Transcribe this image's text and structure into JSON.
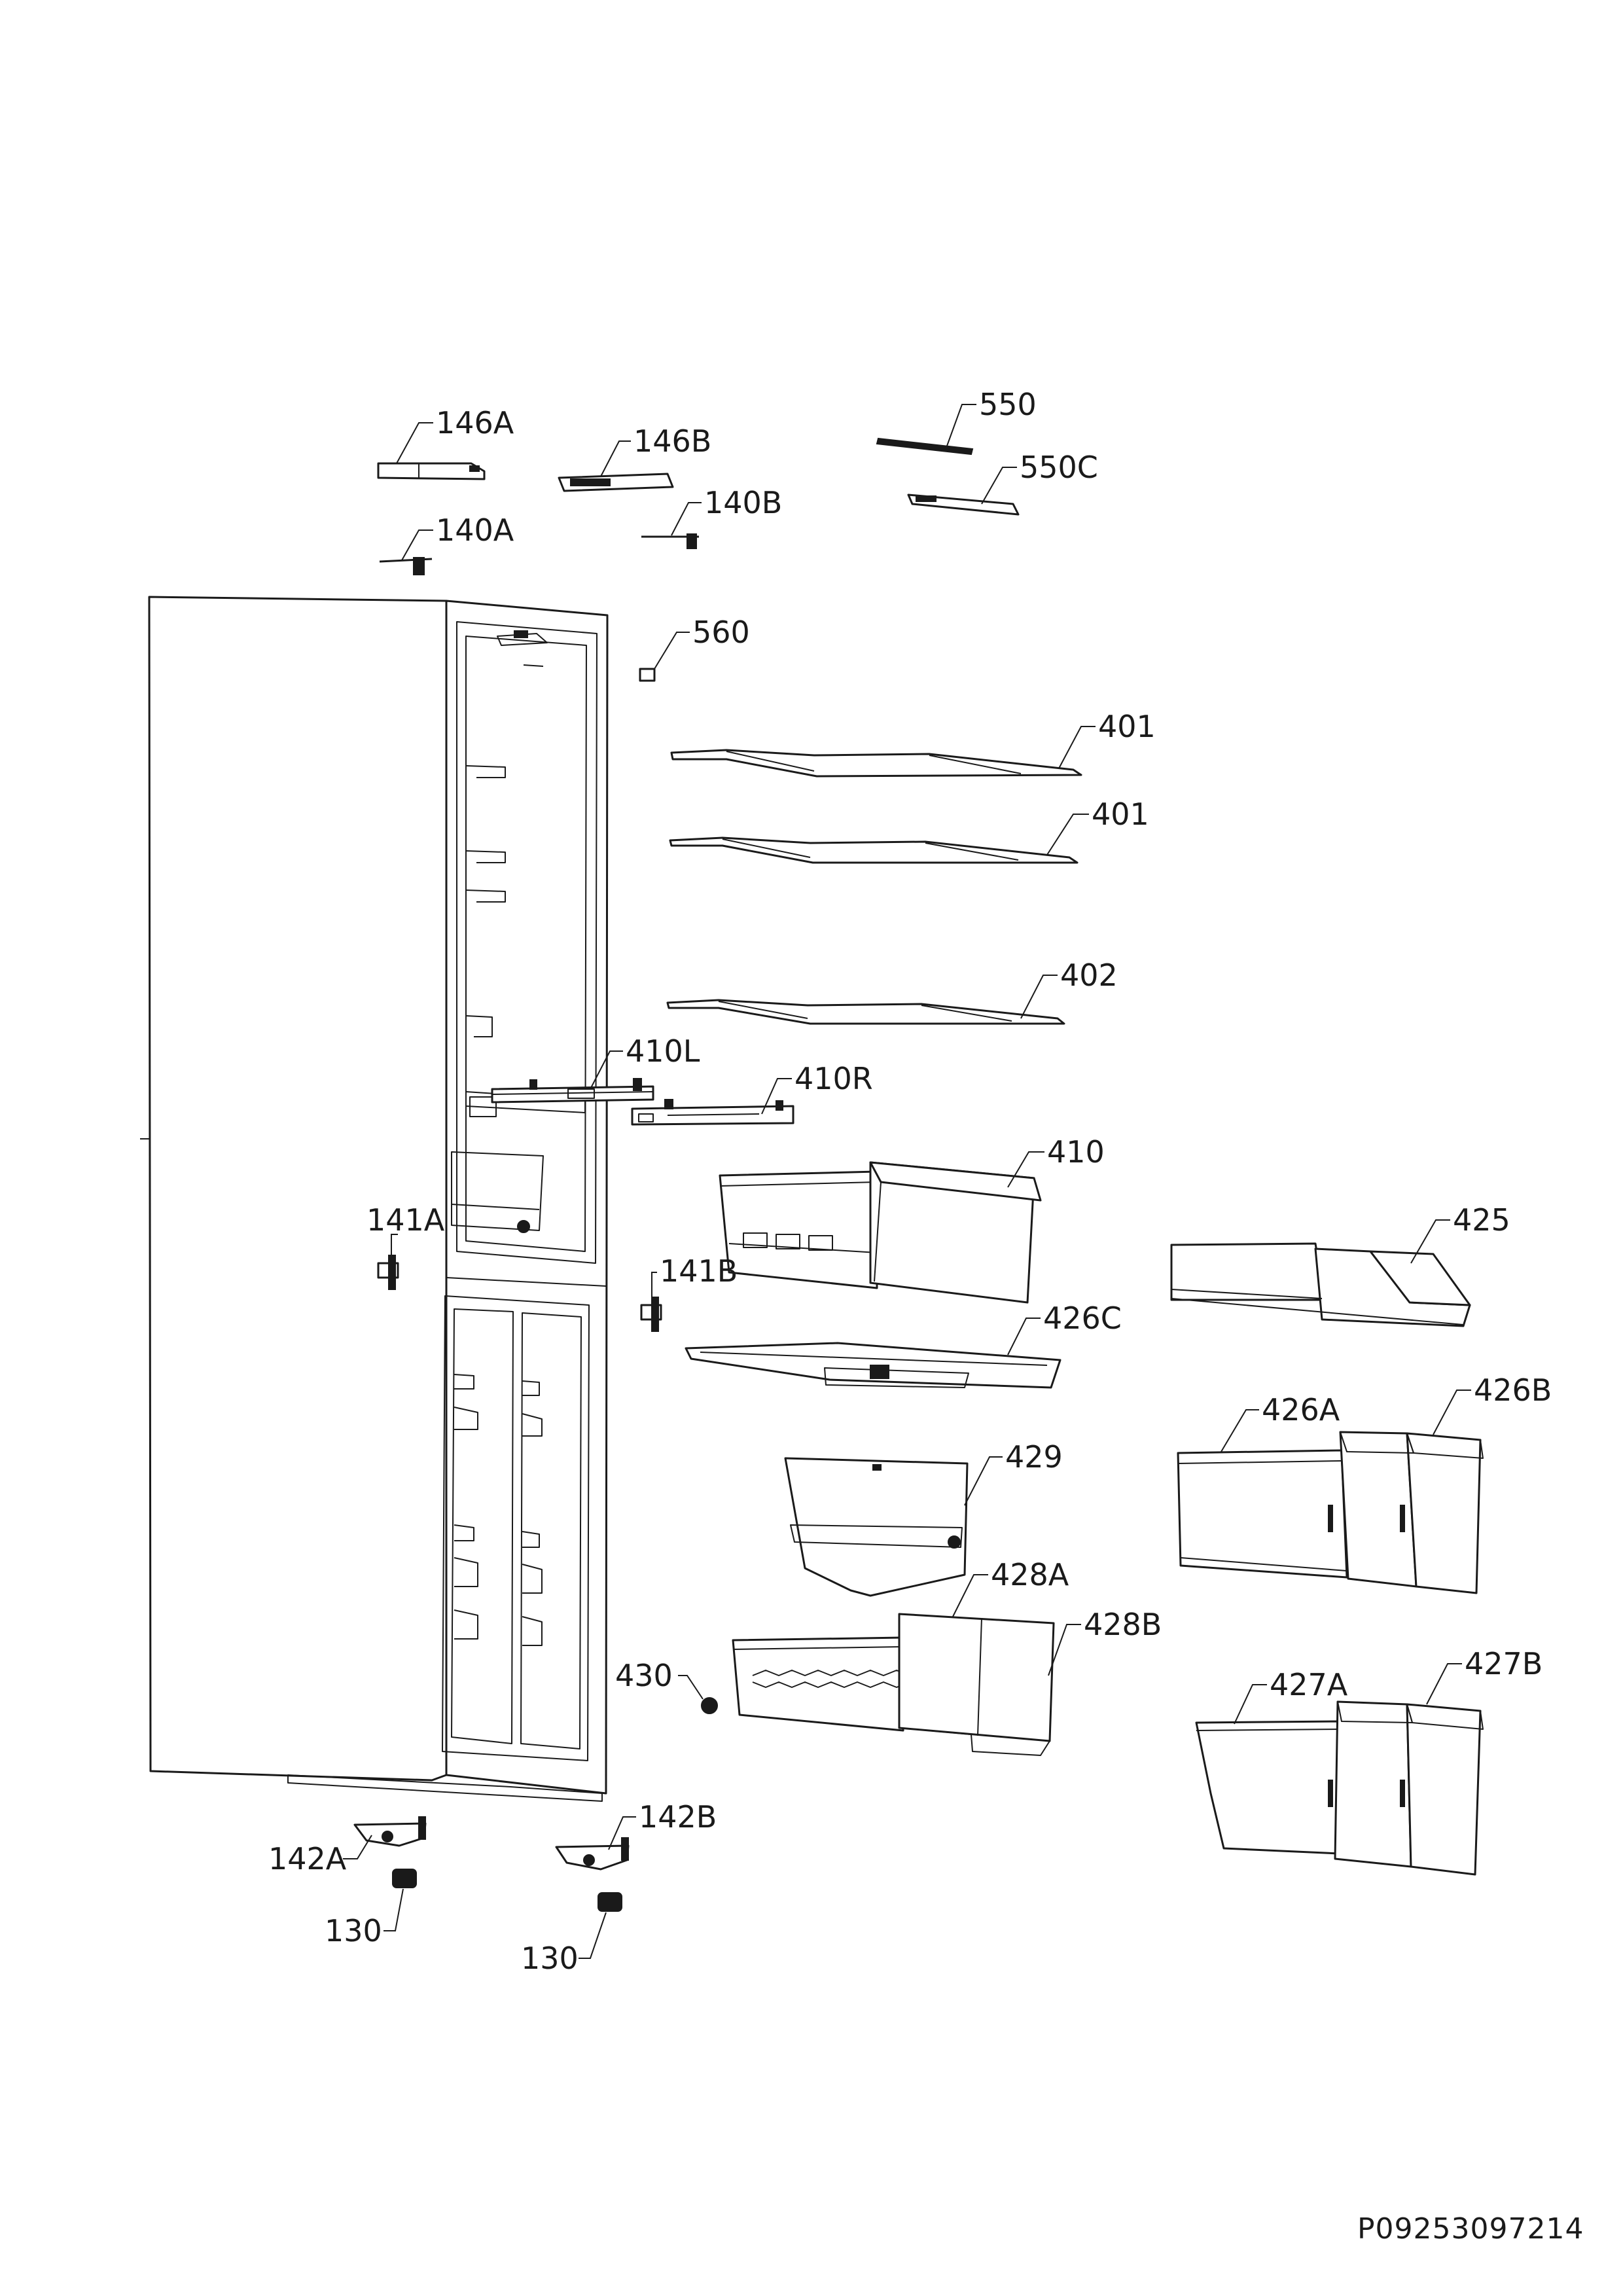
{
  "drawing_code": "P09253097214",
  "callouts": {
    "c146A": "146A",
    "c146B": "146B",
    "c550": "550",
    "c550C": "550C",
    "c140A": "140A",
    "c140B": "140B",
    "c560": "560",
    "c401a": "401",
    "c401b": "401",
    "c402": "402",
    "c410L": "410L",
    "c410R": "410R",
    "c410": "410",
    "c425": "425",
    "c141A": "141A",
    "c141B": "141B",
    "c426C": "426C",
    "c426A": "426A",
    "c426B": "426B",
    "c429": "429",
    "c428A": "428A",
    "c428B": "428B",
    "c430": "430",
    "c427A": "427A",
    "c427B": "427B",
    "c142B": "142B",
    "c142A": "142A",
    "c130a": "130",
    "c130b": "130"
  }
}
